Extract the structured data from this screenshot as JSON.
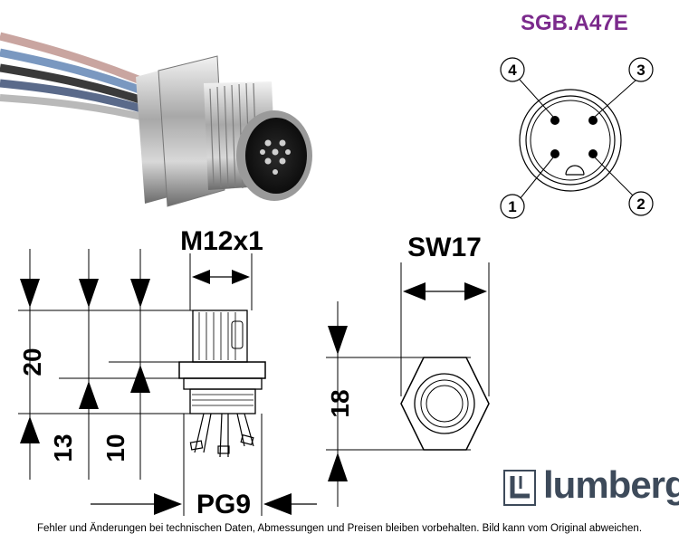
{
  "product_code": "SGB.A47E",
  "pin_numbers": [
    "1",
    "2",
    "3",
    "4"
  ],
  "dimensions": {
    "thread": "M12x1",
    "wrench_size": "SW17",
    "gland_thread": "PG9",
    "height_total": "20",
    "height_lower": "13",
    "height_mid": "10",
    "hex_height": "18"
  },
  "brand": {
    "name": "lumberg",
    "color": "#3d4a5a"
  },
  "footer_note": "Fehler und Änderungen bei technischen Daten, Abmessungen und Preisen bleiben vorbehalten. Bild kann vom Original abweichen.",
  "colors": {
    "product_code": "#7b2a8c",
    "line": "#000000"
  },
  "icons": [
    "connector-photo",
    "pin-layout-diagram",
    "side-view-drawing",
    "hex-nut-drawing",
    "lumberg-logo-icon"
  ]
}
